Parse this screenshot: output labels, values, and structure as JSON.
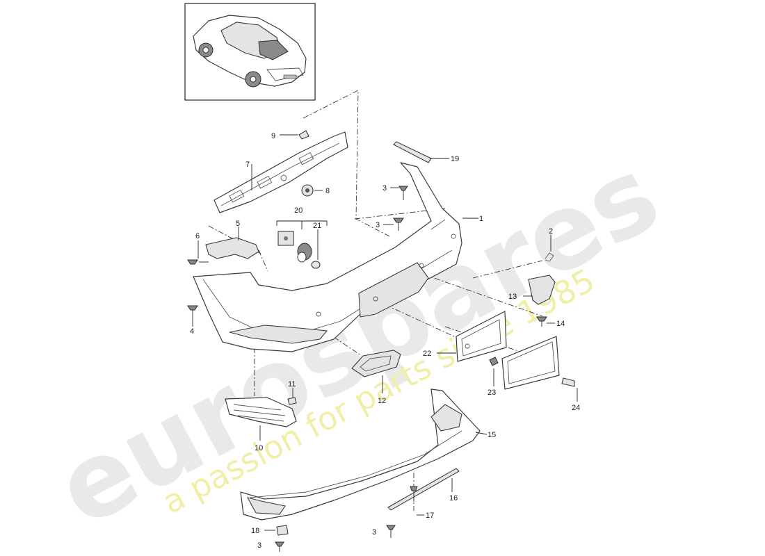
{
  "watermark": {
    "brand": "eurospares",
    "tagline": "a passion for parts since 1985"
  },
  "callouts": {
    "c1": "1",
    "c2": "2",
    "c3": "3",
    "c4": "4",
    "c5": "5",
    "c6": "6",
    "c7": "7",
    "c8": "8",
    "c9": "9",
    "c10": "10",
    "c11": "11",
    "c12": "12",
    "c13": "13",
    "c14": "14",
    "c15": "15",
    "c16": "16",
    "c17": "17",
    "c18": "18",
    "c19": "19",
    "c20": "20",
    "c21": "21",
    "c22": "22",
    "c23": "23",
    "c24": "24"
  }
}
